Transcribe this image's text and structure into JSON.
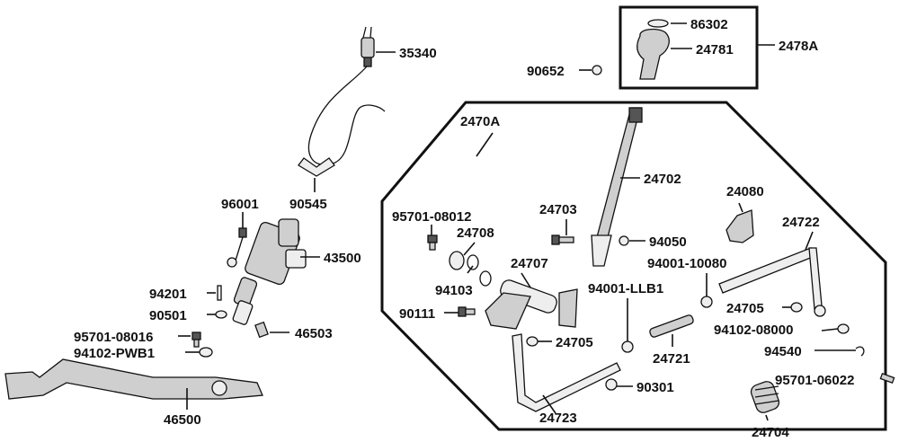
{
  "groups": {
    "g2470A": "2470A",
    "g2478A": "2478A"
  },
  "labels": {
    "p35340": "35340",
    "p90545": "90545",
    "p96001": "96001",
    "p43500": "43500",
    "p94201": "94201",
    "p90501": "90501",
    "p46503": "46503",
    "p95701_08016": "95701-08016",
    "p94102_PWB1": "94102-PWB1",
    "p46500": "46500",
    "p86302": "86302",
    "p24781": "24781",
    "p90652": "90652",
    "p24702": "24702",
    "p24080": "24080",
    "p24722": "24722",
    "p95701_08012": "95701-08012",
    "p24703": "24703",
    "p24708": "24708",
    "p94050": "94050",
    "p94001_10080": "94001-10080",
    "p24707": "24707",
    "p94103": "94103",
    "p94001_LLB1": "94001-LLB1",
    "p90111": "90111",
    "p24705a": "24705",
    "p24705b": "24705",
    "p94102_08000": "94102-08000",
    "p24721": "24721",
    "p94540": "94540",
    "p90301": "90301",
    "p95701_06022": "95701-06022",
    "p24723": "24723",
    "p24704": "24704"
  },
  "colors": {
    "line": "#111111",
    "part_fill": "#cfcfcf",
    "background": "#ffffff"
  }
}
